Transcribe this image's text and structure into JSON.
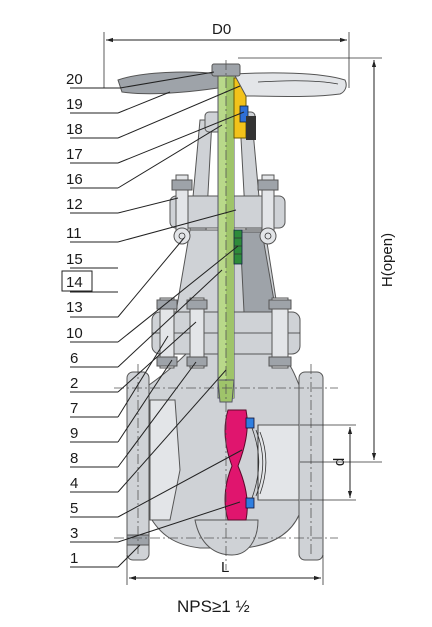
{
  "dimensions": {
    "top_width": "D0",
    "height": "H(open)",
    "bore": "d",
    "length": "L"
  },
  "part_labels": [
    "20",
    "19",
    "18",
    "17",
    "16",
    "12",
    "11",
    "15",
    "14",
    "13",
    "10",
    "6",
    "2",
    "7",
    "9",
    "8",
    "4",
    "5",
    "3",
    "1"
  ],
  "caption": "NPS≥1 ½",
  "colors": {
    "stem": "#b9d98a",
    "body": "#cfd2d6",
    "disc": "#e0156e",
    "nut": "#f2c21b",
    "packing_blue": "#2f6fd6",
    "seat_blue": "#2f7fe0",
    "gland_green": "#2e8b3a"
  }
}
